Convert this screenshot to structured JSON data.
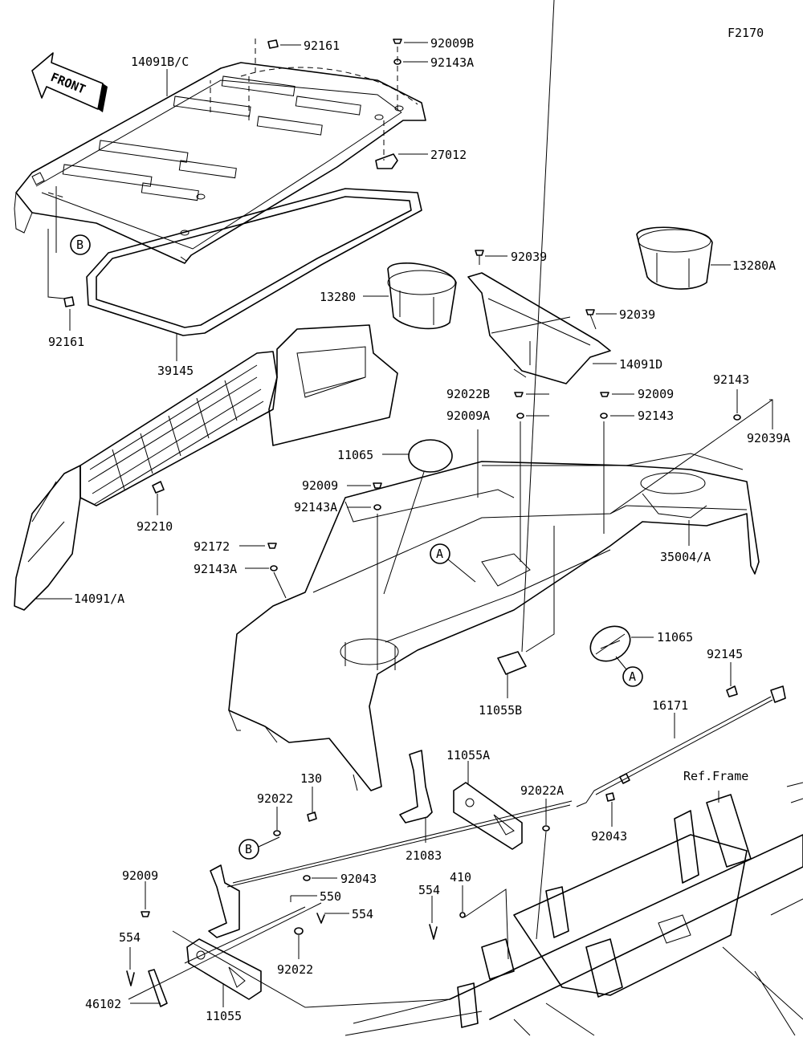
{
  "figure_code": "F2170",
  "front_arrow": "FRONT",
  "reference_frame": "Ref.Frame",
  "callout_letters": {
    "a": "A",
    "b": "B"
  },
  "labels": [
    {
      "id": "l_92161_top",
      "text": "92161"
    },
    {
      "id": "l_14091bc",
      "text": "14091B/C"
    },
    {
      "id": "l_92009b",
      "text": "92009B"
    },
    {
      "id": "l_92143a_top",
      "text": "92143A"
    },
    {
      "id": "l_27012",
      "text": "27012"
    },
    {
      "id": "l_13280a",
      "text": "13280A"
    },
    {
      "id": "l_92039_a",
      "text": "92039"
    },
    {
      "id": "l_13280",
      "text": "13280"
    },
    {
      "id": "l_92039_b",
      "text": "92039"
    },
    {
      "id": "l_92161_left",
      "text": "92161"
    },
    {
      "id": "l_14091d",
      "text": "14091D"
    },
    {
      "id": "l_39145",
      "text": "39145"
    },
    {
      "id": "l_92022b",
      "text": "92022B"
    },
    {
      "id": "l_92009_c",
      "text": "92009"
    },
    {
      "id": "l_92009a",
      "text": "92009A"
    },
    {
      "id": "l_92143_c",
      "text": "92143"
    },
    {
      "id": "l_92143_r",
      "text": "92143"
    },
    {
      "id": "l_92039a",
      "text": "92039A"
    },
    {
      "id": "l_11065_top",
      "text": "11065"
    },
    {
      "id": "l_92009_m",
      "text": "92009"
    },
    {
      "id": "l_92143a_m",
      "text": "92143A"
    },
    {
      "id": "l_92210",
      "text": "92210"
    },
    {
      "id": "l_92172",
      "text": "92172"
    },
    {
      "id": "l_92143a_l",
      "text": "92143A"
    },
    {
      "id": "l_35004a",
      "text": "35004/A"
    },
    {
      "id": "l_14091a",
      "text": "14091/A"
    },
    {
      "id": "l_11065_r",
      "text": "11065"
    },
    {
      "id": "l_92145",
      "text": "92145"
    },
    {
      "id": "l_11055b",
      "text": "11055B"
    },
    {
      "id": "l_16171",
      "text": "16171"
    },
    {
      "id": "l_11055a",
      "text": "11055A"
    },
    {
      "id": "l_130",
      "text": "130"
    },
    {
      "id": "l_92022",
      "text": "92022"
    },
    {
      "id": "l_92022a",
      "text": "92022A"
    },
    {
      "id": "l_92043_r",
      "text": "92043"
    },
    {
      "id": "l_21083",
      "text": "21083"
    },
    {
      "id": "l_92009_bl",
      "text": "92009"
    },
    {
      "id": "l_92043_l",
      "text": "92043"
    },
    {
      "id": "l_550",
      "text": "550"
    },
    {
      "id": "l_410",
      "text": "410"
    },
    {
      "id": "l_554_r",
      "text": "554"
    },
    {
      "id": "l_554_m",
      "text": "554"
    },
    {
      "id": "l_554_l",
      "text": "554"
    },
    {
      "id": "l_92022_b",
      "text": "92022"
    },
    {
      "id": "l_46102",
      "text": "46102"
    },
    {
      "id": "l_11055",
      "text": "11055"
    }
  ]
}
